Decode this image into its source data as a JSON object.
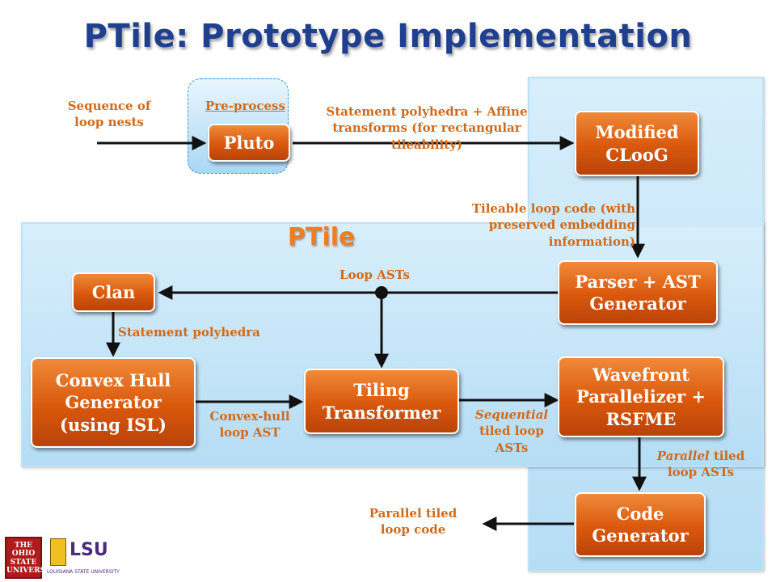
{
  "title": "PTile: Prototype Implementation",
  "ptile_label": "PTile",
  "boxes": {
    "pluto": "Pluto",
    "modified_cloog": "Modified CLooG",
    "parser_ast": "Parser + AST Generator",
    "clan": "Clan",
    "convex_hull": "Convex Hull Generator (using ISL)",
    "tiling_transformer": "Tiling Transformer",
    "wavefront": "Wavefront Parallelizer + RSFME",
    "code_generator": "Code Generator"
  },
  "labels": {
    "sequence_of_loop_nests": "Sequence of loop nests",
    "pre_process": "Pre-process",
    "statement_polyhedra_affine": "Statement polyhedra + Affine transforms (for rectangular tileability)",
    "tileable_loop_code": "Tileable loop code (with preserved embedding information)",
    "loop_asts": "Loop ASTs",
    "statement_polyhedra": "Statement polyhedra",
    "convex_hull_loop_ast": "Convex-hull loop AST",
    "sequential_em": "Sequential",
    "sequential_rest": "tiled loop ASTs",
    "parallel_em": "Parallel",
    "parallel_rest": "tiled loop ASTs",
    "parallel_tiled_loop_code": "Parallel tiled loop code"
  },
  "logos": {
    "osu": "THE OHIO STATE UNIVERSITY",
    "lsu": "LSU",
    "lsu_sub": "LOUISIANA STATE UNIVERSITY"
  },
  "colors": {
    "title": "#1f3f8f",
    "box_orange": "#d9580c",
    "label_orange": "#d06a1a",
    "panel_blue": "#b5ddf5",
    "ptile_orange": "#f27d1f"
  }
}
